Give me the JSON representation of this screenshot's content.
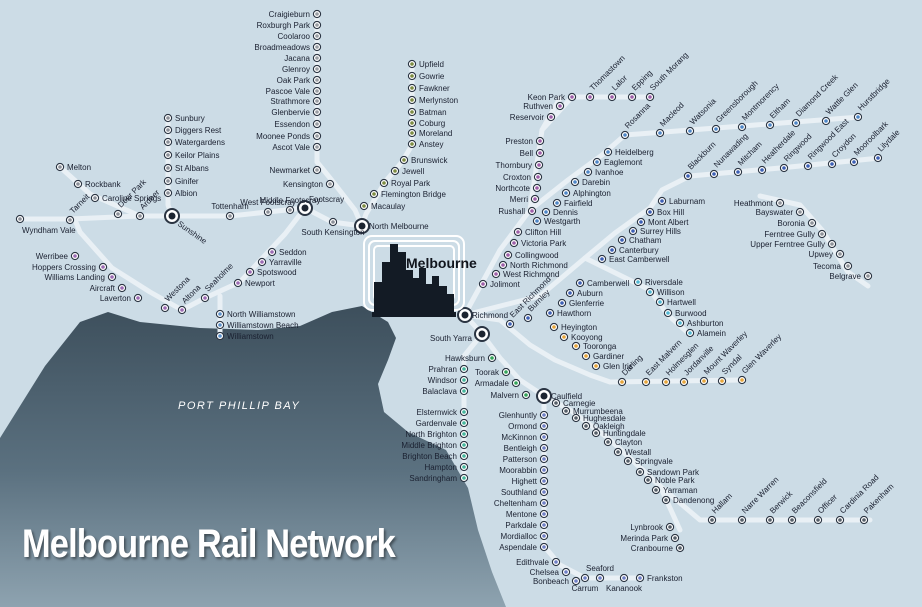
{
  "title": "Melbourne Rail Network",
  "bay_label": "PORT PHILLIP BAY",
  "city_label": "Melbourne",
  "colors": {
    "background": "#ccdce6",
    "bay": "#4e6472",
    "track": "#ffffff",
    "station_ring": "#243040"
  },
  "stations": [
    {
      "name": "Craigieburn",
      "line": "craigieburn"
    },
    {
      "name": "Roxburgh Park",
      "line": "craigieburn"
    },
    {
      "name": "Coolaroo",
      "line": "craigieburn"
    },
    {
      "name": "Broadmeadows",
      "line": "craigieburn"
    },
    {
      "name": "Jacana",
      "line": "craigieburn"
    },
    {
      "name": "Glenroy",
      "line": "craigieburn"
    },
    {
      "name": "Oak Park",
      "line": "craigieburn"
    },
    {
      "name": "Pascoe Vale",
      "line": "craigieburn"
    },
    {
      "name": "Strathmore",
      "line": "craigieburn"
    },
    {
      "name": "Glenbervie",
      "line": "craigieburn"
    },
    {
      "name": "Essendon",
      "line": "craigieburn"
    },
    {
      "name": "Moonee Ponds",
      "line": "craigieburn"
    },
    {
      "name": "Ascot Vale",
      "line": "craigieburn"
    },
    {
      "name": "Newmarket",
      "line": "craigieburn"
    },
    {
      "name": "Kensington",
      "line": "craigieburn"
    },
    {
      "name": "Upfield",
      "line": "upfield"
    },
    {
      "name": "Gowrie",
      "line": "upfield"
    },
    {
      "name": "Fawkner",
      "line": "upfield"
    },
    {
      "name": "Merlynston",
      "line": "upfield"
    },
    {
      "name": "Batman",
      "line": "upfield"
    },
    {
      "name": "Coburg",
      "line": "upfield"
    },
    {
      "name": "Moreland",
      "line": "upfield"
    },
    {
      "name": "Anstey",
      "line": "upfield"
    },
    {
      "name": "Brunswick",
      "line": "upfield"
    },
    {
      "name": "Jewell",
      "line": "upfield"
    },
    {
      "name": "Royal Park",
      "line": "upfield"
    },
    {
      "name": "Flemington Bridge",
      "line": "upfield"
    },
    {
      "name": "Macaulay",
      "line": "upfield"
    },
    {
      "name": "North Melbourne",
      "line": "upfield"
    },
    {
      "name": "Sunbury",
      "line": "sydenham"
    },
    {
      "name": "Diggers Rest",
      "line": "sydenham"
    },
    {
      "name": "Watergardens",
      "line": "sydenham"
    },
    {
      "name": "Keilor Plains",
      "line": "sydenham"
    },
    {
      "name": "St Albans",
      "line": "sydenham"
    },
    {
      "name": "Ginifer",
      "line": "sydenham"
    },
    {
      "name": "Albion",
      "line": "sydenham"
    },
    {
      "name": "Sunshine",
      "line": "sydenham"
    },
    {
      "name": "Melton",
      "line": "melton"
    },
    {
      "name": "Rockbank",
      "line": "melton"
    },
    {
      "name": "Caroline Springs",
      "line": "melton"
    },
    {
      "name": "Deer Park",
      "line": "melton"
    },
    {
      "name": "Ardeer",
      "line": "melton"
    },
    {
      "name": "Wyndham Vale",
      "line": "geelong"
    },
    {
      "name": "Tarneit",
      "line": "geelong"
    },
    {
      "name": "Tottenham",
      "line": "west"
    },
    {
      "name": "West Footscray",
      "line": "west"
    },
    {
      "name": "Middle Footscray",
      "line": "west"
    },
    {
      "name": "Footscray",
      "line": "west"
    },
    {
      "name": "South Kensington",
      "line": "west"
    },
    {
      "name": "Werribee",
      "line": "werribee"
    },
    {
      "name": "Hoppers Crossing",
      "line": "werribee"
    },
    {
      "name": "Williams Landing",
      "line": "werribee"
    },
    {
      "name": "Aircraft",
      "line": "werribee"
    },
    {
      "name": "Laverton",
      "line": "werribee"
    },
    {
      "name": "Westona",
      "line": "werribee"
    },
    {
      "name": "Altona",
      "line": "werribee"
    },
    {
      "name": "Seaholme",
      "line": "werribee"
    },
    {
      "name": "Newport",
      "line": "werribee"
    },
    {
      "name": "Spotswood",
      "line": "werribee"
    },
    {
      "name": "Yarraville",
      "line": "werribee"
    },
    {
      "name": "Seddon",
      "line": "werribee"
    },
    {
      "name": "North Williamstown",
      "line": "williamstown"
    },
    {
      "name": "Williamstown Beach",
      "line": "williamstown"
    },
    {
      "name": "Williamstown",
      "line": "williamstown"
    },
    {
      "name": "Keon Park",
      "line": "mernda"
    },
    {
      "name": "Ruthven",
      "line": "mernda"
    },
    {
      "name": "Reservoir",
      "line": "mernda"
    },
    {
      "name": "Thomastown",
      "line": "mernda"
    },
    {
      "name": "Lalor",
      "line": "mernda"
    },
    {
      "name": "Epping",
      "line": "mernda"
    },
    {
      "name": "South Morang",
      "line": "mernda"
    },
    {
      "name": "Preston",
      "line": "mernda"
    },
    {
      "name": "Bell",
      "line": "mernda"
    },
    {
      "name": "Thornbury",
      "line": "mernda"
    },
    {
      "name": "Croxton",
      "line": "mernda"
    },
    {
      "name": "Northcote",
      "line": "mernda"
    },
    {
      "name": "Merri",
      "line": "mernda"
    },
    {
      "name": "Rushall",
      "line": "mernda"
    },
    {
      "name": "Clifton Hill",
      "line": "mernda"
    },
    {
      "name": "Victoria Park",
      "line": "mernda"
    },
    {
      "name": "Collingwood",
      "line": "mernda"
    },
    {
      "name": "North Richmond",
      "line": "mernda"
    },
    {
      "name": "West Richmond",
      "line": "mernda"
    },
    {
      "name": "Jolimont",
      "line": "mernda"
    },
    {
      "name": "Rosanna",
      "line": "hurstbridge"
    },
    {
      "name": "Macleod",
      "line": "hurstbridge"
    },
    {
      "name": "Watsonia",
      "line": "hurstbridge"
    },
    {
      "name": "Greensborough",
      "line": "hurstbridge"
    },
    {
      "name": "Montmorency",
      "line": "hurstbridge"
    },
    {
      "name": "Eltham",
      "line": "hurstbridge"
    },
    {
      "name": "Diamond Creek",
      "line": "hurstbridge"
    },
    {
      "name": "Wattle Glen",
      "line": "hurstbridge"
    },
    {
      "name": "Hurstbridge",
      "line": "hurstbridge"
    },
    {
      "name": "Heidelberg",
      "line": "hurstbridge"
    },
    {
      "name": "Eaglemont",
      "line": "hurstbridge"
    },
    {
      "name": "Ivanhoe",
      "line": "hurstbridge"
    },
    {
      "name": "Darebin",
      "line": "hurstbridge"
    },
    {
      "name": "Alphington",
      "line": "hurstbridge"
    },
    {
      "name": "Fairfield",
      "line": "hurstbridge"
    },
    {
      "name": "Dennis",
      "line": "hurstbridge"
    },
    {
      "name": "Westgarth",
      "line": "hurstbridge"
    },
    {
      "name": "Blackburn",
      "line": "lilydale"
    },
    {
      "name": "Nunawading",
      "line": "lilydale"
    },
    {
      "name": "Mitcham",
      "line": "lilydale"
    },
    {
      "name": "Heatherdale",
      "line": "lilydale"
    },
    {
      "name": "Ringwood",
      "line": "lilydale"
    },
    {
      "name": "Ringwood East",
      "line": "lilydale"
    },
    {
      "name": "Croydon",
      "line": "lilydale"
    },
    {
      "name": "Mooroolbark",
      "line": "lilydale"
    },
    {
      "name": "Lilydale",
      "line": "lilydale"
    },
    {
      "name": "Laburnam",
      "line": "lilydale"
    },
    {
      "name": "Box Hill",
      "line": "lilydale"
    },
    {
      "name": "Mont Albert",
      "line": "lilydale"
    },
    {
      "name": "Surrey Hills",
      "line": "lilydale"
    },
    {
      "name": "Chatham",
      "line": "lilydale"
    },
    {
      "name": "Canterbury",
      "line": "lilydale"
    },
    {
      "name": "East Camberwell",
      "line": "lilydale"
    },
    {
      "name": "Camberwell",
      "line": "lilydale"
    },
    {
      "name": "Auburn",
      "line": "lilydale"
    },
    {
      "name": "Glenferrie",
      "line": "lilydale"
    },
    {
      "name": "Hawthorn",
      "line": "lilydale"
    },
    {
      "name": "Burnley",
      "line": "lilydale"
    },
    {
      "name": "East Richmond",
      "line": "lilydale"
    },
    {
      "name": "Heathmont",
      "line": "belgrave"
    },
    {
      "name": "Bayswater",
      "line": "belgrave"
    },
    {
      "name": "Boronia",
      "line": "belgrave"
    },
    {
      "name": "Ferntree Gully",
      "line": "belgrave"
    },
    {
      "name": "Upper Ferntree Gully",
      "line": "belgrave"
    },
    {
      "name": "Upwey",
      "line": "belgrave"
    },
    {
      "name": "Tecoma",
      "line": "belgrave"
    },
    {
      "name": "Belgrave",
      "line": "belgrave"
    },
    {
      "name": "Riversdale",
      "line": "alamein"
    },
    {
      "name": "Willison",
      "line": "alamein"
    },
    {
      "name": "Hartwell",
      "line": "alamein"
    },
    {
      "name": "Burwood",
      "line": "alamein"
    },
    {
      "name": "Ashburton",
      "line": "alamein"
    },
    {
      "name": "Alamein",
      "line": "alamein"
    },
    {
      "name": "Heyington",
      "line": "glenwaverley"
    },
    {
      "name": "Kooyong",
      "line": "glenwaverley"
    },
    {
      "name": "Tooronga",
      "line": "glenwaverley"
    },
    {
      "name": "Gardiner",
      "line": "glenwaverley"
    },
    {
      "name": "Glen Iris",
      "line": "glenwaverley"
    },
    {
      "name": "Darling",
      "line": "glenwaverley"
    },
    {
      "name": "East Malvern",
      "line": "glenwaverley"
    },
    {
      "name": "Holmesglen",
      "line": "glenwaverley"
    },
    {
      "name": "Jordanville",
      "line": "glenwaverley"
    },
    {
      "name": "Mount Waverley",
      "line": "glenwaverley"
    },
    {
      "name": "Syndal",
      "line": "glenwaverley"
    },
    {
      "name": "Glen Waverley",
      "line": "glenwaverley"
    },
    {
      "name": "Richmond",
      "line": "south"
    },
    {
      "name": "South Yarra",
      "line": "south"
    },
    {
      "name": "Hawksburn",
      "line": "south"
    },
    {
      "name": "Toorak",
      "line": "south"
    },
    {
      "name": "Armadale",
      "line": "south"
    },
    {
      "name": "Malvern",
      "line": "south"
    },
    {
      "name": "Caulfield",
      "line": "south"
    },
    {
      "name": "Prahran",
      "line": "sandringham"
    },
    {
      "name": "Windsor",
      "line": "sandringham"
    },
    {
      "name": "Balaclava",
      "line": "sandringham"
    },
    {
      "name": "Elsternwick",
      "line": "sandringham"
    },
    {
      "name": "Gardenvale",
      "line": "sandringham"
    },
    {
      "name": "North Brighton",
      "line": "sandringham"
    },
    {
      "name": "Middle Brighton",
      "line": "sandringham"
    },
    {
      "name": "Brighton Beach",
      "line": "sandringham"
    },
    {
      "name": "Hampton",
      "line": "sandringham"
    },
    {
      "name": "Sandringham",
      "line": "sandringham"
    },
    {
      "name": "Glenhuntly",
      "line": "frankston"
    },
    {
      "name": "Ormond",
      "line": "frankston"
    },
    {
      "name": "McKinnon",
      "line": "frankston"
    },
    {
      "name": "Bentleigh",
      "line": "frankston"
    },
    {
      "name": "Patterson",
      "line": "frankston"
    },
    {
      "name": "Moorabbin",
      "line": "frankston"
    },
    {
      "name": "Highett",
      "line": "frankston"
    },
    {
      "name": "Southland",
      "line": "frankston"
    },
    {
      "name": "Cheltenham",
      "line": "frankston"
    },
    {
      "name": "Mentone",
      "line": "frankston"
    },
    {
      "name": "Parkdale",
      "line": "frankston"
    },
    {
      "name": "Mordialloc",
      "line": "frankston"
    },
    {
      "name": "Aspendale",
      "line": "frankston"
    },
    {
      "name": "Edithvale",
      "line": "frankston"
    },
    {
      "name": "Chelsea",
      "line": "frankston"
    },
    {
      "name": "Bonbeach",
      "line": "frankston"
    },
    {
      "name": "Carrum",
      "line": "frankston"
    },
    {
      "name": "Seaford",
      "line": "frankston"
    },
    {
      "name": "Kananook",
      "line": "frankston"
    },
    {
      "name": "Frankston",
      "line": "frankston"
    },
    {
      "name": "Carnegie",
      "line": "pakenham"
    },
    {
      "name": "Murrumbeena",
      "line": "pakenham"
    },
    {
      "name": "Hughesdale",
      "line": "pakenham"
    },
    {
      "name": "Oakleigh",
      "line": "pakenham"
    },
    {
      "name": "Huntingdale",
      "line": "pakenham"
    },
    {
      "name": "Clayton",
      "line": "pakenham"
    },
    {
      "name": "Westall",
      "line": "pakenham"
    },
    {
      "name": "Springvale",
      "line": "pakenham"
    },
    {
      "name": "Sandown Park",
      "line": "pakenham"
    },
    {
      "name": "Noble Park",
      "line": "pakenham"
    },
    {
      "name": "Yarraman",
      "line": "pakenham"
    },
    {
      "name": "Dandenong",
      "line": "pakenham"
    },
    {
      "name": "Lynbrook",
      "line": "pakenham"
    },
    {
      "name": "Merinda Park",
      "line": "pakenham"
    },
    {
      "name": "Cranbourne",
      "line": "pakenham"
    },
    {
      "name": "Hallam",
      "line": "pakenham"
    },
    {
      "name": "Narre Warren",
      "line": "pakenham"
    },
    {
      "name": "Berwick",
      "line": "pakenham"
    },
    {
      "name": "Beaconsfield",
      "line": "pakenham"
    },
    {
      "name": "Officer",
      "line": "pakenham"
    },
    {
      "name": "Cardinia Road",
      "line": "pakenham"
    },
    {
      "name": "Pakenham",
      "line": "pakenham"
    }
  ],
  "interchanges": [
    "Sunshine",
    "Footscray",
    "North Melbourne",
    "Richmond",
    "South Yarra",
    "Caulfield"
  ]
}
